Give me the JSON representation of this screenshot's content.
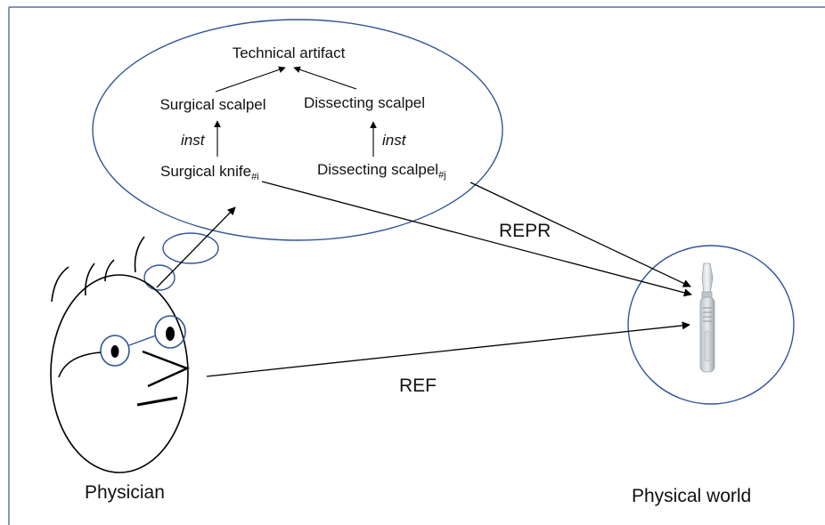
{
  "ontology": {
    "technical_artifact": "Technical artifact",
    "surgical_scalpel": "Surgical scalpel",
    "dissecting_scalpel": "Dissecting scalpel",
    "inst_left": "inst",
    "inst_right": "inst",
    "surgical_knife": "Surgical knife",
    "surgical_knife_sub": "#i",
    "dissecting_scalpel_instance": "Dissecting scalpel",
    "dissecting_scalpel_instance_sub": "#j"
  },
  "relations": {
    "repr": "REPR",
    "ref": "REF"
  },
  "agents": {
    "physician": "Physician",
    "physical_world": "Physical world"
  },
  "colors": {
    "ellipse_stroke": "#2f5597",
    "line": "#000000",
    "frame": "#2f5597"
  },
  "icons": {
    "head": "physician-face-icon",
    "scalpel": "scalpel-icon"
  }
}
